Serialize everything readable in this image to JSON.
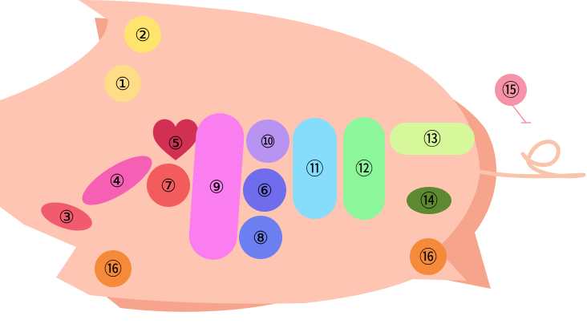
{
  "colors": {
    "body_fill": "#FDC5B2",
    "body_shadow": "#F6A58C",
    "tail_stroke": "#F9C4A9",
    "label_text": "#000000"
  },
  "organs": [
    {
      "id": "1",
      "label": "①",
      "icon": "pale-yellow-circle",
      "color": "#FFDC87"
    },
    {
      "id": "2",
      "label": "②",
      "icon": "yellow-circle",
      "color": "#FFE56E"
    },
    {
      "id": "3",
      "label": "③",
      "icon": "red-oval",
      "color": "#F25A6E"
    },
    {
      "id": "4",
      "label": "④",
      "icon": "magenta-oval",
      "color": "#F560B5"
    },
    {
      "id": "5",
      "label": "⑤",
      "icon": "heart-shape",
      "color": "#D23052"
    },
    {
      "id": "6",
      "label": "⑥",
      "icon": "blue-circle",
      "color": "#6F6DEB"
    },
    {
      "id": "7",
      "label": "⑦",
      "icon": "coral-circle",
      "color": "#F25C5C"
    },
    {
      "id": "8",
      "label": "⑧",
      "icon": "periwinkle-circle",
      "color": "#6B7FF2"
    },
    {
      "id": "9",
      "label": "⑨",
      "icon": "pink-capsule",
      "color": "#FB7EF0"
    },
    {
      "id": "10",
      "label": "⑩",
      "icon": "lavender-circle",
      "color": "#B893F2"
    },
    {
      "id": "11",
      "label": "⑪",
      "icon": "sky-blue-capsule",
      "color": "#86DDFB"
    },
    {
      "id": "12",
      "label": "⑫",
      "icon": "green-capsule",
      "color": "#8CF79A"
    },
    {
      "id": "13",
      "label": "⑬",
      "icon": "lime-capsule",
      "color": "#D7F89A"
    },
    {
      "id": "14",
      "label": "⑭",
      "icon": "olive-oval",
      "color": "#5D8A30"
    },
    {
      "id": "15",
      "label": "⑮",
      "icon": "pink-circle",
      "color": "#F793A8"
    },
    {
      "id": "16a",
      "label": "⑯",
      "icon": "orange-circle",
      "color": "#F58A3A"
    },
    {
      "id": "16b",
      "label": "⑯",
      "icon": "orange-circle",
      "color": "#F58A3A"
    }
  ]
}
